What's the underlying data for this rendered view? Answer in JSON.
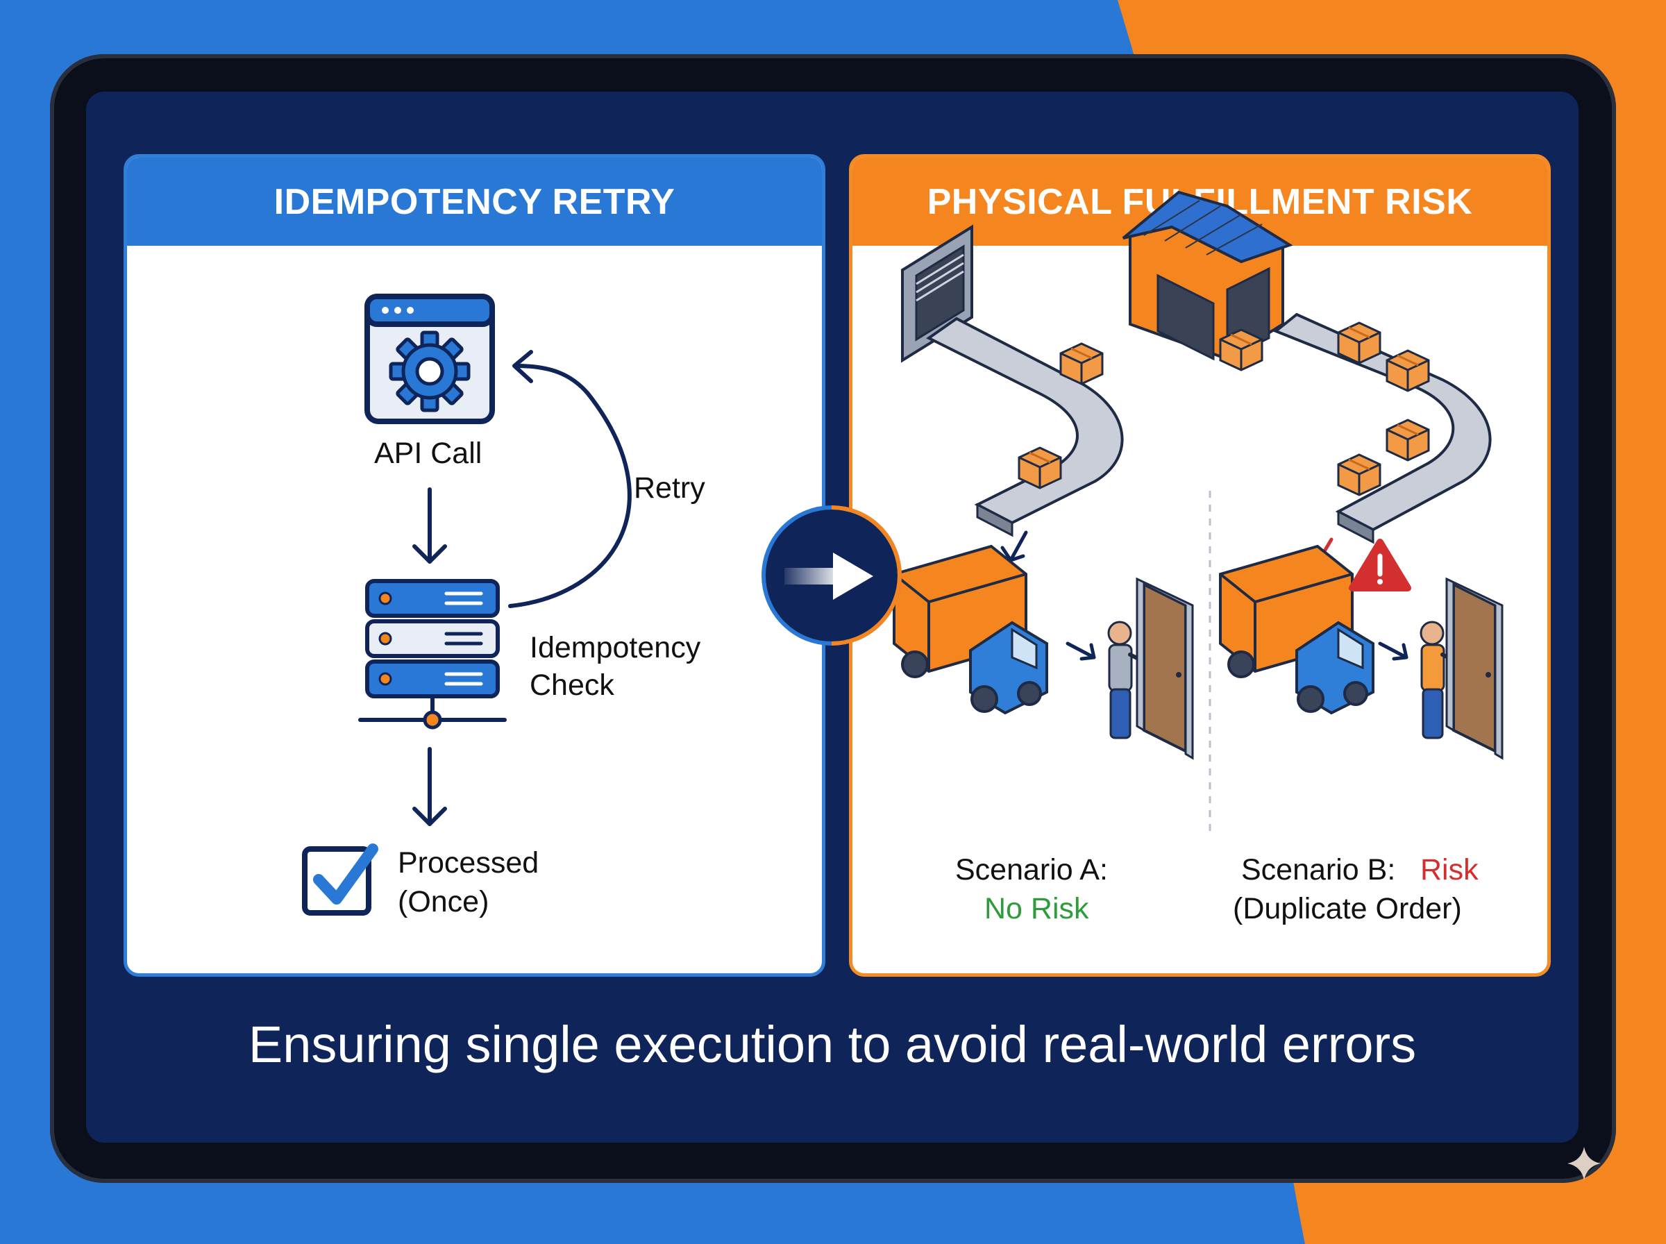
{
  "colors": {
    "blue": "#2a78d6",
    "orange": "#f5861f",
    "navy": "#0f2458",
    "green": "#2e9c3b",
    "red": "#d32f2f"
  },
  "left_panel": {
    "title": "IDEMPOTENCY RETRY",
    "api_label": "API Call",
    "retry_label": "Retry",
    "check_label_line1": "Idempotency",
    "check_label_line2": "Check",
    "processed_line1": "Processed",
    "processed_line2": "(Once)"
  },
  "right_panel": {
    "title": "PHYSICAL FULFILLMENT RISK",
    "scenario_a_label": "Scenario A:",
    "scenario_a_status": "No Risk",
    "scenario_b_label": "Scenario B:",
    "scenario_b_status": "Risk",
    "scenario_b_detail": "(Duplicate Order)"
  },
  "caption": "Ensuring single execution to avoid real-world errors",
  "icons": [
    "gear-icon",
    "server-icon",
    "checkbox-icon",
    "arrow-right-icon",
    "warehouse-icon",
    "conveyor-icon",
    "truck-icon",
    "person-icon",
    "door-icon",
    "warning-icon",
    "sparkle-icon"
  ]
}
